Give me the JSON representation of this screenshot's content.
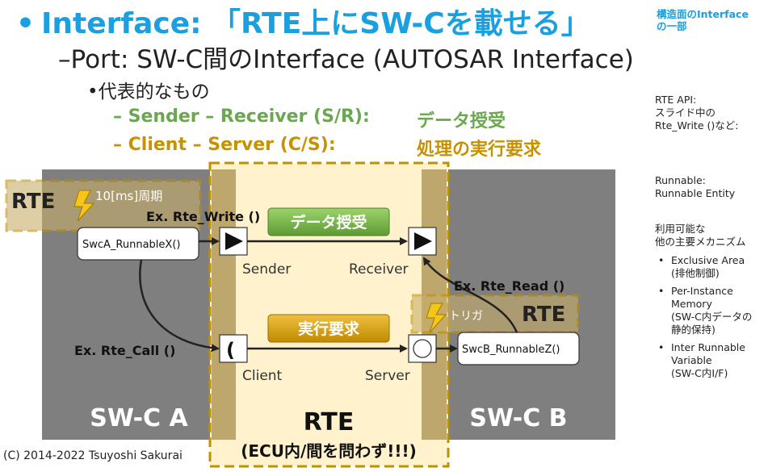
{
  "heading": {
    "bullet": "•",
    "title": "Interface: 「RTE上にSW-Cを載せる」",
    "subtitle": "–Port: SW-C間のInterface (AUTOSAR Interface)",
    "bullet2": "•代表的なもの",
    "sr_label": "– Sender – Receiver (S/R):",
    "sr_desc": "データ授受",
    "cs_label": "– Client – Server (C/S):",
    "cs_desc": "処理の実行要求"
  },
  "side_notes": {
    "structure_note": [
      "構造面のInterface",
      "の一部"
    ],
    "rte_api": [
      "RTE API:",
      "スライド中の",
      "Rte_Write ()など:"
    ],
    "runnable": [
      "Runnable:",
      "Runnable Entity"
    ],
    "mechanisms": [
      "利用可能な",
      "他の主要メカニズム"
    ],
    "items": [
      [
        "Exclusive Area",
        "(排他制御)"
      ],
      [
        "Per-Instance",
        "Memory",
        "(SW-C内データの",
        "静的保持)"
      ],
      [
        "Inter Runnable",
        "Variable",
        "(SW-C内I/F)"
      ]
    ]
  },
  "diagram": {
    "swc_a": "SW-C A",
    "swc_b": "SW-C B",
    "rte_center": "RTE",
    "rte_center_sub": "(ECU内/間を問わず!!!)",
    "rte_tag_left": "RTE",
    "rte_tag_right": "RTE",
    "period": "10[ms]周期",
    "trigger": "トリガ",
    "runnable_x": "SwcA_RunnableX()",
    "runnable_z": "SwcB_RunnableZ()",
    "rte_write": "Ex. Rte_Write ()",
    "rte_read": "Ex. Rte_Read ()",
    "rte_call": "Ex. Rte_Call ()",
    "data_exchange": "データ授受",
    "exec_request": "実行要求",
    "sender": "Sender",
    "receiver": "Receiver",
    "client": "Client",
    "server": "Server",
    "client_glyph": "(",
    "colors": {
      "swc_gray": "#7f7f7f",
      "rte_cream": "#fff2cc",
      "rte_border": "#bf9000",
      "green_btn": "#70ad47",
      "gold_btn": "#d4a017"
    }
  },
  "copyright": "(C) 2014-2022 Tsuyoshi Sakurai"
}
